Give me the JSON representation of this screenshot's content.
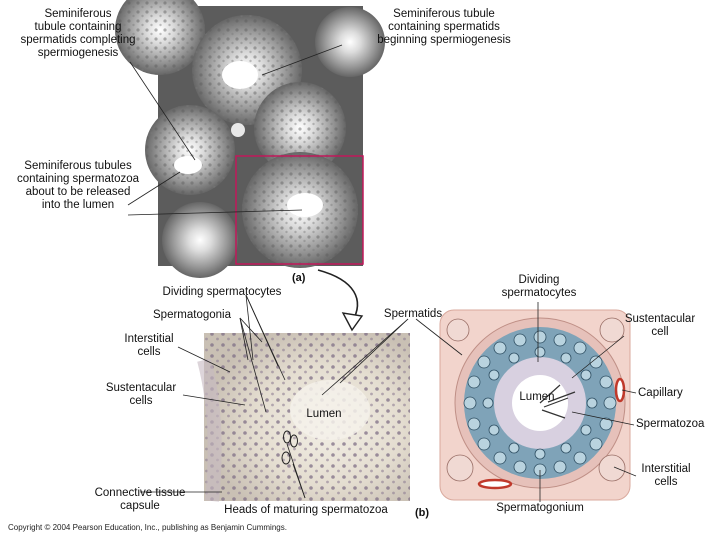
{
  "micrograph_top": {
    "labels": {
      "tl": "Seminiferous\ntubule containing\nspermatids completing\nspermiogenesis",
      "tr": "Seminiferous tubule\ncontaining spermatids\nbeginning spermiogenesis",
      "ml": "Seminiferous tubules\ncontaining spermatozoa\nabout to be released\ninto the lumen"
    },
    "panel_label": "(a)"
  },
  "micrograph_bottom": {
    "labels": {
      "dividing": "Dividing spermatocytes",
      "spermatogonia": "Spermatogonia",
      "interstitial": "Interstitial\ncells",
      "sustentacular": "Sustentacular\ncells",
      "connective": "Connective tissue\ncapsule",
      "heads": "Heads of maturing spermatozoa",
      "lumen": "Lumen",
      "spermatids": "Spermatids"
    }
  },
  "diagram": {
    "labels": {
      "dividing": "Dividing\nspermatocytes",
      "sustentacular": "Sustentacular\ncell",
      "capillary": "Capillary",
      "spermatozoa": "Spermatozoa",
      "interstitial": "Interstitial\ncells",
      "spermatogonium": "Spermatogonium",
      "lumen": "Lumen"
    },
    "panel_label": "(b)"
  },
  "copyright": "Copyright © 2004 Pearson Education, Inc., publishing as Benjamin Cummings.",
  "colors": {
    "interstitial_bg": "#f2d4cc",
    "tubule_blue": "#7fa3b8",
    "cell_fill": "#b9d3df",
    "accent_red": "#c0392b",
    "box_magenta": "#c2185b"
  }
}
